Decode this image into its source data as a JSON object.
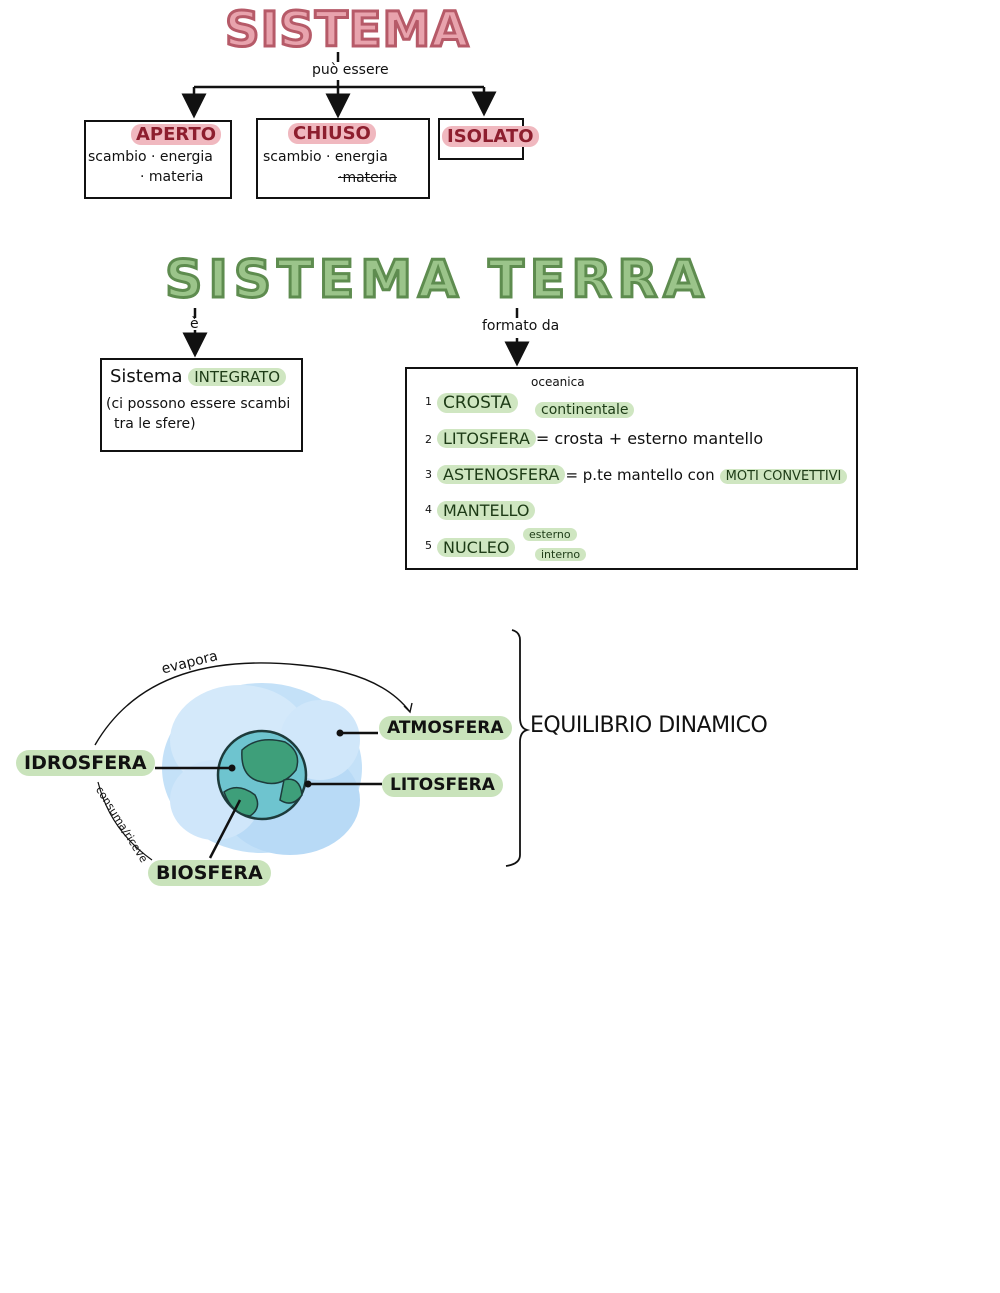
{
  "section1": {
    "title": "SISTEMA",
    "connector": "può essere",
    "boxes": [
      {
        "label": "APERTO",
        "line1": "scambio · energia",
        "line2": "· materia"
      },
      {
        "label": "CHIUSO",
        "line1": "scambio · energia",
        "line2": "·materia"
      },
      {
        "label": "ISOLATO"
      }
    ]
  },
  "section2": {
    "title": "SISTEMA TERRA",
    "left_connector": "è",
    "right_connector": "formato da",
    "left_box": {
      "prefix": "Sistema",
      "highlight": "INTEGRATO",
      "note_line1": "(ci possono essere scambi",
      "note_line2": "tra le sfere)"
    },
    "layers": [
      {
        "num": "1",
        "name": "CROSTA",
        "branches": [
          "oceanica",
          "continentale"
        ]
      },
      {
        "num": "2",
        "name": "LITOSFERA",
        "desc": "= crosta + esterno mantello"
      },
      {
        "num": "3",
        "name": "ASTENOSFERA",
        "desc": "= p.te mantello con",
        "highlight": "MOTI CONVETTIVI"
      },
      {
        "num": "4",
        "name": "MANTELLO"
      },
      {
        "num": "5",
        "name": "NUCLEO",
        "branches": [
          "esterno",
          "interno"
        ]
      }
    ]
  },
  "section3": {
    "arc_label": "evapora",
    "arc_label2": "consuma/riceve",
    "spheres": {
      "idrosfera": "IDROSFERA",
      "atmosfera": "ATMOSFERA",
      "litosfera": "LITOSFERA",
      "biosfera": "BIOSFERA"
    },
    "equilibrium": "EQUILIBRIO DINAMICO"
  },
  "colors": {
    "red_fill": "#e8a3ad",
    "red_stroke": "#b65a68",
    "green_fill": "#9bc48a",
    "green_stroke": "#5e8c4f",
    "highlight_green": "#cfe6c1",
    "highlight_red": "#f0b8bf",
    "atmosphere_blue": "#b9dcf7",
    "ocean": "#5bb7c9",
    "land": "#3e9f7a"
  }
}
